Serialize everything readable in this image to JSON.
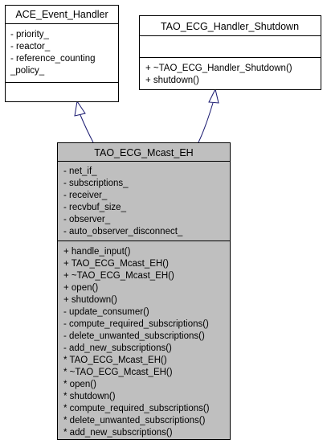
{
  "colors": {
    "box_stroke": "#000000",
    "box_fill": "#ffffff",
    "highlight_fill": "#bfbfbf",
    "arrow_stroke": "#191970"
  },
  "classes": {
    "ace_event_handler": {
      "title": "ACE_Event_Handler",
      "attributes": [
        "- priority_",
        "- reactor_",
        "- reference_counting",
        "_policy_"
      ],
      "operations": []
    },
    "tao_ecg_handler_shutdown": {
      "title": "TAO_ECG_Handler_Shutdown",
      "attributes": [],
      "operations": [
        "+ ~TAO_ECG_Handler_Shutdown()",
        "+ shutdown()"
      ]
    },
    "tao_ecg_mcast_eh": {
      "title": "TAO_ECG_Mcast_EH",
      "attributes": [
        "- net_if_",
        "- subscriptions_",
        "- receiver_",
        "- recvbuf_size_",
        "- observer_",
        "- auto_observer_disconnect_"
      ],
      "operations": [
        "+ handle_input()",
        "+ TAO_ECG_Mcast_EH()",
        "+ ~TAO_ECG_Mcast_EH()",
        "+ open()",
        "+ shutdown()",
        "- update_consumer()",
        "- compute_required_subscriptions()",
        "- delete_unwanted_subscriptions()",
        "- add_new_subscriptions()",
        "* TAO_ECG_Mcast_EH()",
        "* ~TAO_ECG_Mcast_EH()",
        "* open()",
        "* shutdown()",
        "* compute_required_subscriptions()",
        "* delete_unwanted_subscriptions()",
        "* add_new_subscriptions()"
      ]
    }
  }
}
